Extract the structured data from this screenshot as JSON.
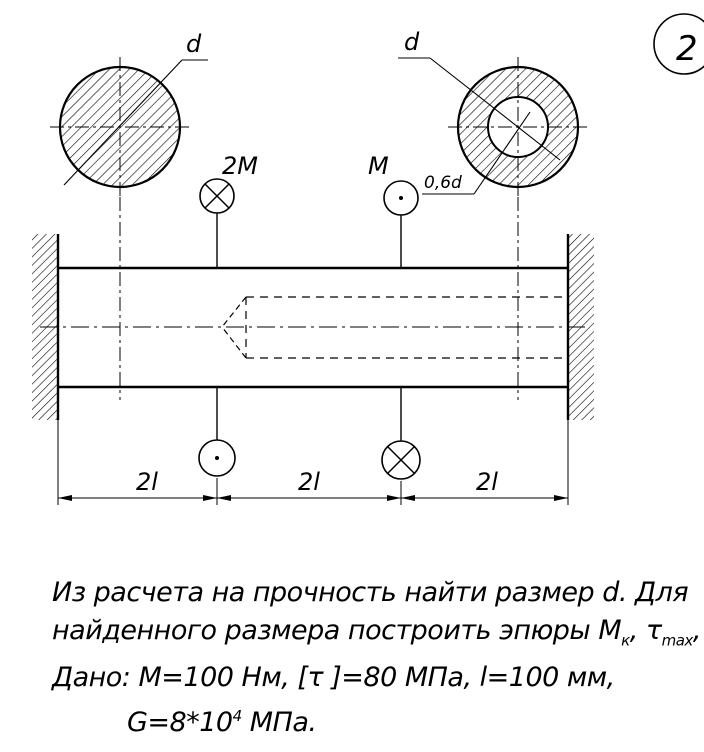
{
  "problem_number": "2",
  "labels": {
    "d_left": "d",
    "d_right": "d",
    "hole": "0,6d",
    "moment_2m": "2M",
    "moment_m": "M",
    "span1": "2l",
    "span2": "2l",
    "span3": "2l"
  },
  "problem": {
    "line1": "Из расчета на прочность найти размер d. Для",
    "line2_pre": "найденного размера построить эпюры M",
    "line2_sub1": "к",
    "line2_mid": ", τ",
    "line2_sub2": "max",
    "line2_post": ", φ.",
    "line3": "Дано: M=100 Нм, [τ ]=80 МПа, l=100 мм,",
    "line4_pre": "G=8*10",
    "line4_sup": "4",
    "line4_post": " МПа."
  }
}
